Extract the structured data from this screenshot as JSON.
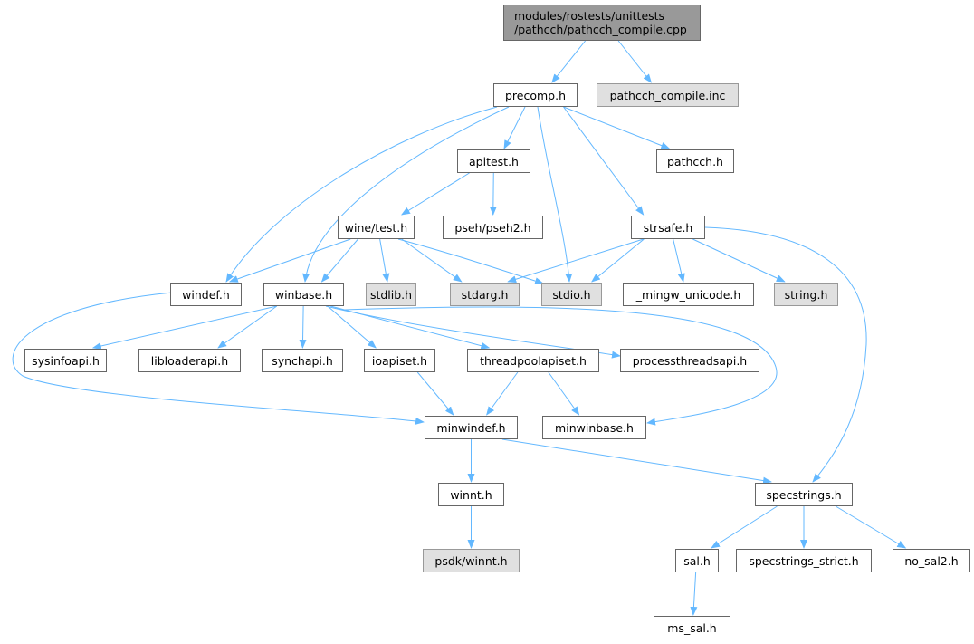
{
  "colors": {
    "edge": "#63b8ff",
    "root_fill": "#999999",
    "external_fill": "#e0e0e0",
    "node_fill": "#ffffff",
    "border": "#666666"
  },
  "nodes": [
    {
      "id": "root",
      "label_lines": [
        "modules/rostests/unittests",
        "/pathcch/pathcch_compile.cpp"
      ],
      "kind": "root"
    },
    {
      "id": "precomp",
      "label": "precomp.h",
      "kind": "normal"
    },
    {
      "id": "pathcch_compile_inc",
      "label": "pathcch_compile.inc",
      "kind": "external"
    },
    {
      "id": "apitest",
      "label": "apitest.h",
      "kind": "normal"
    },
    {
      "id": "pathcch",
      "label": "pathcch.h",
      "kind": "normal"
    },
    {
      "id": "wine_test",
      "label": "wine/test.h",
      "kind": "normal"
    },
    {
      "id": "pseh2",
      "label": "pseh/pseh2.h",
      "kind": "normal"
    },
    {
      "id": "strsafe",
      "label": "strsafe.h",
      "kind": "normal"
    },
    {
      "id": "windef",
      "label": "windef.h",
      "kind": "normal"
    },
    {
      "id": "winbase",
      "label": "winbase.h",
      "kind": "normal"
    },
    {
      "id": "stdlib",
      "label": "stdlib.h",
      "kind": "external"
    },
    {
      "id": "stdarg",
      "label": "stdarg.h",
      "kind": "external"
    },
    {
      "id": "stdio",
      "label": "stdio.h",
      "kind": "external"
    },
    {
      "id": "mingw_unicode",
      "label": "_mingw_unicode.h",
      "kind": "normal"
    },
    {
      "id": "string",
      "label": "string.h",
      "kind": "external"
    },
    {
      "id": "sysinfoapi",
      "label": "sysinfoapi.h",
      "kind": "normal"
    },
    {
      "id": "libloaderapi",
      "label": "libloaderapi.h",
      "kind": "normal"
    },
    {
      "id": "synchapi",
      "label": "synchapi.h",
      "kind": "normal"
    },
    {
      "id": "ioapiset",
      "label": "ioapiset.h",
      "kind": "normal"
    },
    {
      "id": "threadpoolapiset",
      "label": "threadpoolapiset.h",
      "kind": "normal"
    },
    {
      "id": "processthreadsapi",
      "label": "processthreadsapi.h",
      "kind": "normal"
    },
    {
      "id": "minwindef",
      "label": "minwindef.h",
      "kind": "normal"
    },
    {
      "id": "minwinbase",
      "label": "minwinbase.h",
      "kind": "normal"
    },
    {
      "id": "winnt",
      "label": "winnt.h",
      "kind": "normal"
    },
    {
      "id": "specstrings",
      "label": "specstrings.h",
      "kind": "normal"
    },
    {
      "id": "psdk_winnt",
      "label": "psdk/winnt.h",
      "kind": "external"
    },
    {
      "id": "sal",
      "label": "sal.h",
      "kind": "normal"
    },
    {
      "id": "specstrings_strict",
      "label": "specstrings_strict.h",
      "kind": "normal"
    },
    {
      "id": "no_sal2",
      "label": "no_sal2.h",
      "kind": "normal"
    },
    {
      "id": "ms_sal",
      "label": "ms_sal.h",
      "kind": "normal"
    }
  ],
  "edges": [
    [
      "root",
      "precomp"
    ],
    [
      "root",
      "pathcch_compile_inc"
    ],
    [
      "precomp",
      "windef"
    ],
    [
      "precomp",
      "winbase"
    ],
    [
      "precomp",
      "apitest"
    ],
    [
      "precomp",
      "stdio"
    ],
    [
      "precomp",
      "pathcch"
    ],
    [
      "precomp",
      "strsafe"
    ],
    [
      "apitest",
      "wine_test"
    ],
    [
      "apitest",
      "pseh2"
    ],
    [
      "wine_test",
      "windef"
    ],
    [
      "wine_test",
      "winbase"
    ],
    [
      "wine_test",
      "stdlib"
    ],
    [
      "wine_test",
      "stdarg"
    ],
    [
      "wine_test",
      "stdio"
    ],
    [
      "strsafe",
      "stdarg"
    ],
    [
      "strsafe",
      "stdio"
    ],
    [
      "strsafe",
      "mingw_unicode"
    ],
    [
      "strsafe",
      "string"
    ],
    [
      "strsafe",
      "specstrings"
    ],
    [
      "windef",
      "minwindef"
    ],
    [
      "winbase",
      "sysinfoapi"
    ],
    [
      "winbase",
      "libloaderapi"
    ],
    [
      "winbase",
      "synchapi"
    ],
    [
      "winbase",
      "ioapiset"
    ],
    [
      "winbase",
      "threadpoolapiset"
    ],
    [
      "winbase",
      "processthreadsapi"
    ],
    [
      "winbase",
      "minwinbase"
    ],
    [
      "ioapiset",
      "minwindef"
    ],
    [
      "threadpoolapiset",
      "minwindef"
    ],
    [
      "threadpoolapiset",
      "minwinbase"
    ],
    [
      "minwindef",
      "winnt"
    ],
    [
      "minwindef",
      "specstrings"
    ],
    [
      "winnt",
      "psdk_winnt"
    ],
    [
      "specstrings",
      "sal"
    ],
    [
      "specstrings",
      "specstrings_strict"
    ],
    [
      "specstrings",
      "no_sal2"
    ],
    [
      "sal",
      "ms_sal"
    ]
  ]
}
